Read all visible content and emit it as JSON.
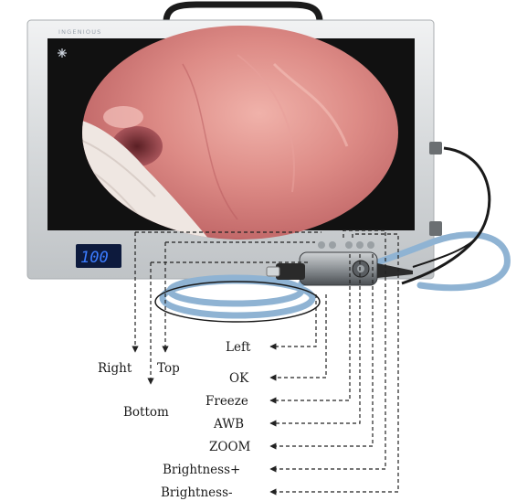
{
  "device": {
    "brand_text": "INGENIOUS",
    "display_value": "100",
    "snowflake_icon": "snowflake-icon"
  },
  "labels": {
    "right": "Right",
    "top": "Top",
    "bottom": "Bottom",
    "left": "Left",
    "ok": "OK",
    "freeze": "Freeze",
    "awb": "AWB",
    "zoom": "ZOOM",
    "brightness_plus": "Brightness+",
    "brightness_minus": "Brightness-"
  },
  "colors": {
    "frame": "#d9dcde",
    "screen": "#111111",
    "tissue": "#c9716f",
    "cable": "#8fb3d3",
    "display_digits": "#3b7cff"
  }
}
